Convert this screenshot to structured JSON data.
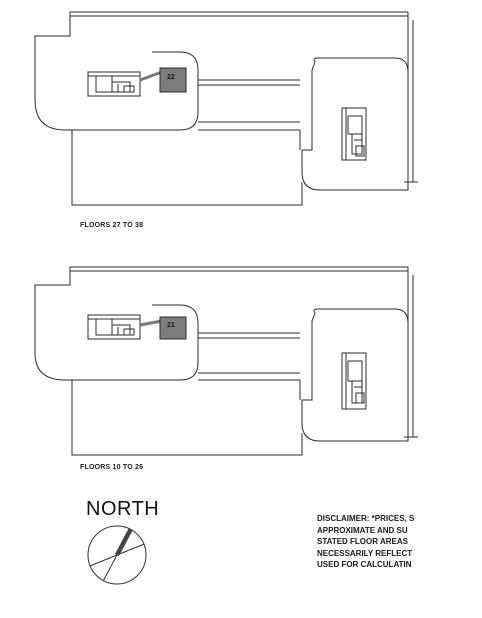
{
  "plans": [
    {
      "unit_number": "22",
      "floor_label": "FLOORS 27 TO 38"
    },
    {
      "unit_number": "21",
      "floor_label": "FLOORS 10 TO 26"
    }
  ],
  "compass": {
    "label": "NORTH"
  },
  "disclaimer": {
    "lines": [
      "DISCLAIMER: *PRICES, S",
      "APPROXIMATE AND SU",
      "STATED FLOOR AREAS",
      "NECESSARILY REFLECT",
      "USED FOR CALCULATIN"
    ]
  },
  "colors": {
    "unit_highlight": "#7d7d7d",
    "line": "#2b2b2b"
  }
}
